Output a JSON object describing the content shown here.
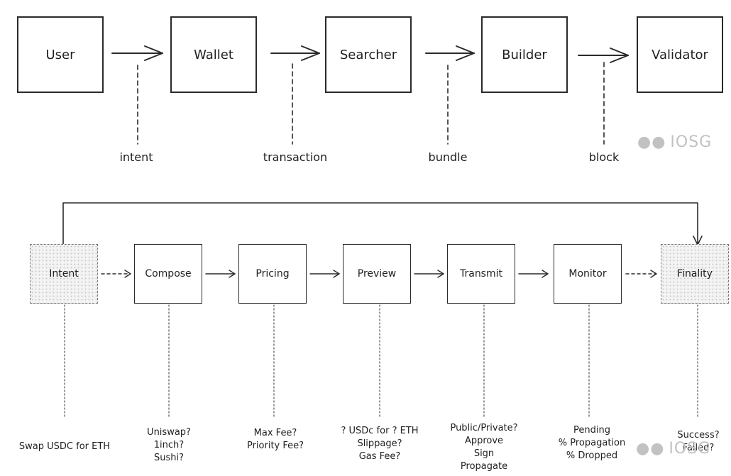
{
  "top_row": {
    "boxes": [
      {
        "label": "User"
      },
      {
        "label": "Wallet"
      },
      {
        "label": "Searcher"
      },
      {
        "label": "Builder"
      },
      {
        "label": "Validator"
      }
    ],
    "edge_labels": [
      "intent",
      "transaction",
      "bundle",
      "block"
    ]
  },
  "bottom_row": {
    "steps": [
      {
        "label": "Intent",
        "style": "hatched",
        "notes": [
          "Swap USDC for ETH"
        ]
      },
      {
        "label": "Compose",
        "style": "solid",
        "notes": [
          "Uniswap?",
          "1inch?",
          "Sushi?"
        ]
      },
      {
        "label": "Pricing",
        "style": "solid",
        "notes": [
          "Max Fee?",
          "Priority Fee?"
        ]
      },
      {
        "label": "Preview",
        "style": "solid",
        "notes": [
          "? USDc for ? ETH",
          "Slippage?",
          "Gas Fee?"
        ]
      },
      {
        "label": "Transmit",
        "style": "solid",
        "notes": [
          "Public/Private?",
          "Approve",
          "Sign",
          "Propagate"
        ]
      },
      {
        "label": "Monitor",
        "style": "solid",
        "notes": [
          "Pending",
          "% Propagation",
          "% Dropped"
        ]
      },
      {
        "label": "Finality",
        "style": "hatched",
        "notes": [
          "Success?",
          "Failed?"
        ]
      }
    ]
  },
  "watermark": {
    "text": "IOSG",
    "icon": "wechat-icon"
  },
  "colors": {
    "stroke": "#2a2a2a",
    "hatch_fill": "#f3f3f3",
    "watermark": "#c2c2c2"
  }
}
